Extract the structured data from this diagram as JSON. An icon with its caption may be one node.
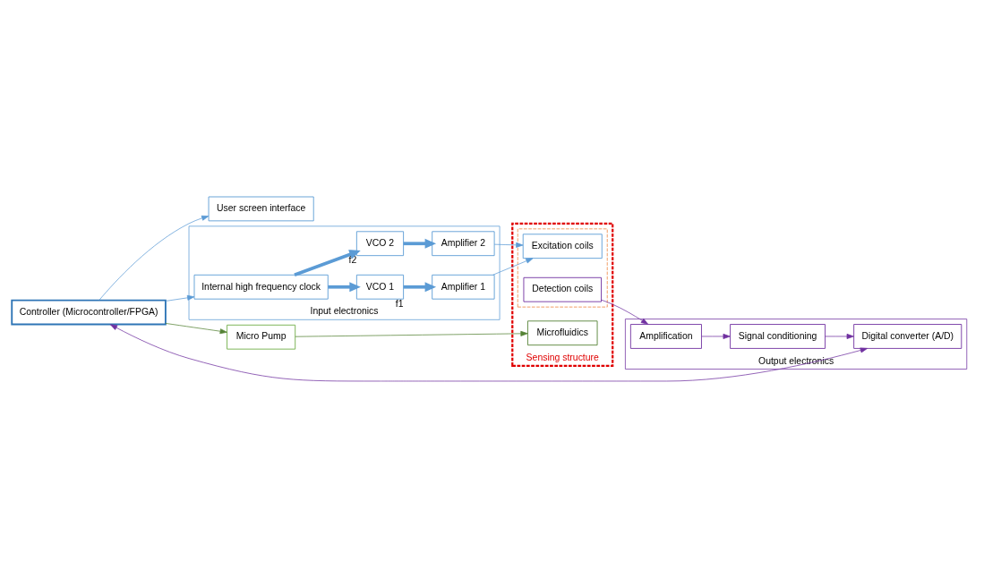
{
  "diagram": {
    "nodes": [
      {
        "text": [
          "User screen interface"
        ]
      },
      {
        "text": [
          "Controller (Microcontroller/FPGA)"
        ]
      },
      {
        "text": [
          "Input electronics"
        ]
      },
      {
        "text": [
          "Internal high frequency clock"
        ],
        "in": 2
      },
      {
        "text": [
          "VCO 1"
        ],
        "in": 2,
        "beside": [
          "f1"
        ]
      },
      {
        "text": [
          "Amplifier 1"
        ],
        "in": 2
      },
      {
        "text": [
          "VCO 2"
        ],
        "in": 2,
        "beside": [
          "f2"
        ]
      },
      {
        "text": [
          "Amplifier 2"
        ],
        "in": 2
      },
      {
        "text": [
          "Micro Pump"
        ]
      },
      {
        "text": [
          "Sensing structure"
        ]
      },
      {
        "text": [
          "Microfluidics"
        ],
        "in": 9
      },
      {
        "text": [],
        "shape": "box",
        "in": 9
      },
      {
        "text": [
          "Excitation coils"
        ],
        "in": 11
      },
      {
        "text": [
          "Detection coils"
        ],
        "in": 11
      },
      {
        "text": [
          "Output electronics"
        ]
      },
      {
        "text": [
          "Digital converter (A/D)"
        ],
        "in": 14
      },
      {
        "text": [
          "Signal conditioning"
        ],
        "in": 14
      },
      {
        "text": [
          "Amplification"
        ],
        "in": 14
      }
    ],
    "edges": [
      {
        "from": 1,
        "to": 0,
        "arrow": "to"
      },
      {
        "from": 1,
        "to": 3,
        "arrow": "to"
      },
      {
        "from": 1,
        "to": 8,
        "arrow": "to",
        "color": "#548235"
      },
      {
        "from": 8,
        "to": 10,
        "arrow": "to",
        "color": "#548235"
      },
      {
        "from": 1,
        "to": 15,
        "arrow": "both",
        "color": "#7030a0"
      },
      {
        "from": 3,
        "to": 4,
        "arrow": "to",
        "style": "thick"
      },
      {
        "from": 3,
        "to": 6,
        "arrow": "to",
        "style": "thick"
      },
      {
        "from": 4,
        "to": 5,
        "arrow": "to",
        "style": "thick"
      },
      {
        "from": 6,
        "to": 7,
        "arrow": "to",
        "style": "thick"
      },
      {
        "from": 5,
        "to": 12,
        "arrow": "to"
      },
      {
        "from": 7,
        "to": 12,
        "arrow": "to"
      },
      {
        "from": 13,
        "to": 17,
        "arrow": "to",
        "color": "#7030a0"
      },
      {
        "from": 17,
        "to": 16,
        "arrow": "to",
        "color": "#7030a0"
      },
      {
        "from": 16,
        "to": 15,
        "arrow": "to",
        "color": "#7030a0"
      }
    ]
  }
}
